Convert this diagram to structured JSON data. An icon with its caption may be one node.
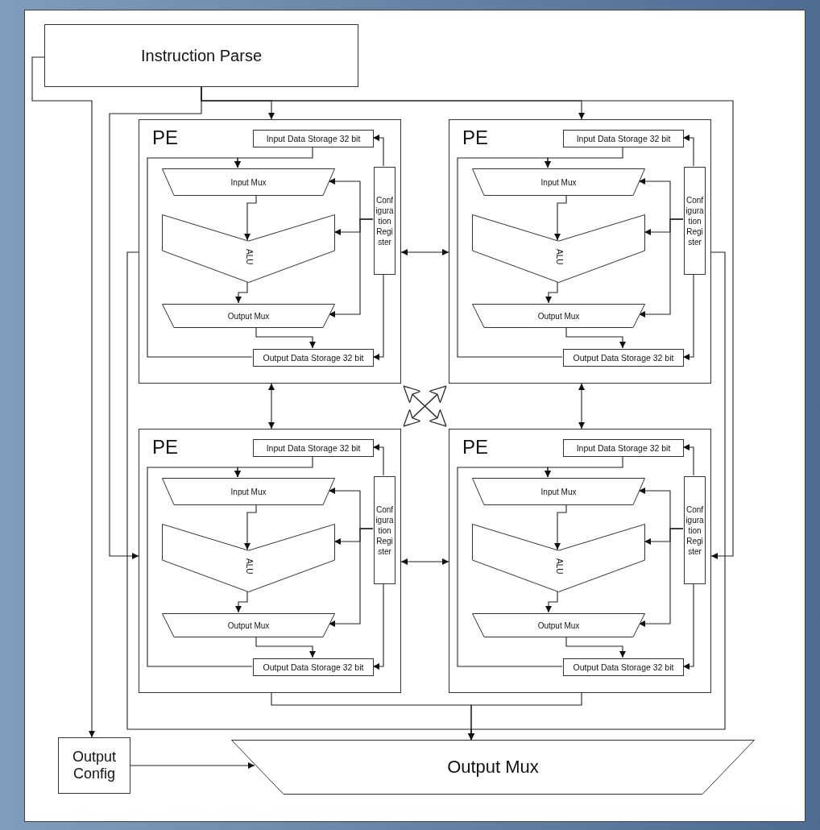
{
  "diagram": {
    "nodes": [
      {
        "text": [
          "Instruction Parse"
        ]
      },
      {
        "text": [
          "PE"
        ]
      },
      {
        "text": [
          "Input Data Storage 32 bit"
        ],
        "in": 1
      },
      {
        "text": [
          "Input Mux"
        ],
        "in": 1
      },
      {
        "text": [
          "ALU"
        ],
        "in": 1
      },
      {
        "text": [
          "Output Mux"
        ],
        "in": 1
      },
      {
        "text": [
          "Configuration Register"
        ],
        "in": 1
      },
      {
        "text": [
          "Output Data Storage 32 bit"
        ],
        "in": 1
      },
      {
        "text": [
          "PE"
        ]
      },
      {
        "text": [
          "Input Data Storage 32 bit"
        ],
        "in": 8
      },
      {
        "text": [
          "Input Mux"
        ],
        "in": 8
      },
      {
        "text": [
          "ALU"
        ],
        "in": 8
      },
      {
        "text": [
          "Output Mux"
        ],
        "in": 8
      },
      {
        "text": [
          "Configuration Register"
        ],
        "in": 8
      },
      {
        "text": [
          "Output Data Storage 32 bit"
        ],
        "in": 8
      },
      {
        "text": [
          "PE"
        ]
      },
      {
        "text": [
          "Input Data Storage 32 bit"
        ],
        "in": 15
      },
      {
        "text": [
          "Input Mux"
        ],
        "in": 15
      },
      {
        "text": [
          "ALU"
        ],
        "in": 15
      },
      {
        "text": [
          "Output Mux"
        ],
        "in": 15
      },
      {
        "text": [
          "Configuration Register"
        ],
        "in": 15
      },
      {
        "text": [
          "Output Data Storage 32 bit"
        ],
        "in": 15
      },
      {
        "text": [
          "PE"
        ]
      },
      {
        "text": [
          "Input Data Storage 32 bit"
        ],
        "in": 22
      },
      {
        "text": [
          "Input Mux"
        ],
        "in": 22
      },
      {
        "text": [
          "ALU"
        ],
        "in": 22
      },
      {
        "text": [
          "Output Mux"
        ],
        "in": 22
      },
      {
        "text": [
          "Configuration Register"
        ],
        "in": 22
      },
      {
        "text": [
          "Output Data Storage 32 bit"
        ],
        "in": 22
      },
      {
        "text": [
          "Output Config"
        ]
      },
      {
        "text": [
          "Output Mux"
        ]
      }
    ],
    "edges": [
      {
        "from": 0,
        "to": 1,
        "arrow": "to"
      },
      {
        "from": 0,
        "to": 8,
        "arrow": "to"
      },
      {
        "from": 0,
        "to": 15,
        "arrow": "to"
      },
      {
        "from": 0,
        "to": 22,
        "arrow": "to"
      },
      {
        "from": 0,
        "to": 29,
        "arrow": "to"
      },
      {
        "from": 2,
        "to": 3,
        "arrow": "to"
      },
      {
        "from": 7,
        "to": 3,
        "arrow": "to"
      },
      {
        "from": 3,
        "to": 4,
        "arrow": "to"
      },
      {
        "from": 4,
        "to": 5,
        "arrow": "to"
      },
      {
        "from": 5,
        "to": 7,
        "arrow": "to"
      },
      {
        "from": 6,
        "to": 2,
        "arrow": "to"
      },
      {
        "from": 6,
        "to": 3,
        "arrow": "to"
      },
      {
        "from": 6,
        "to": 4,
        "arrow": "to"
      },
      {
        "from": 6,
        "to": 5,
        "arrow": "to"
      },
      {
        "from": 6,
        "to": 7,
        "arrow": "to"
      },
      {
        "from": 9,
        "to": 10,
        "arrow": "to"
      },
      {
        "from": 14,
        "to": 10,
        "arrow": "to"
      },
      {
        "from": 10,
        "to": 11,
        "arrow": "to"
      },
      {
        "from": 11,
        "to": 12,
        "arrow": "to"
      },
      {
        "from": 12,
        "to": 14,
        "arrow": "to"
      },
      {
        "from": 13,
        "to": 9,
        "arrow": "to"
      },
      {
        "from": 13,
        "to": 10,
        "arrow": "to"
      },
      {
        "from": 13,
        "to": 11,
        "arrow": "to"
      },
      {
        "from": 13,
        "to": 12,
        "arrow": "to"
      },
      {
        "from": 13,
        "to": 14,
        "arrow": "to"
      },
      {
        "from": 16,
        "to": 17,
        "arrow": "to"
      },
      {
        "from": 21,
        "to": 17,
        "arrow": "to"
      },
      {
        "from": 17,
        "to": 18,
        "arrow": "to"
      },
      {
        "from": 18,
        "to": 19,
        "arrow": "to"
      },
      {
        "from": 19,
        "to": 21,
        "arrow": "to"
      },
      {
        "from": 20,
        "to": 16,
        "arrow": "to"
      },
      {
        "from": 20,
        "to": 17,
        "arrow": "to"
      },
      {
        "from": 20,
        "to": 18,
        "arrow": "to"
      },
      {
        "from": 20,
        "to": 19,
        "arrow": "to"
      },
      {
        "from": 20,
        "to": 21,
        "arrow": "to"
      },
      {
        "from": 23,
        "to": 24,
        "arrow": "to"
      },
      {
        "from": 28,
        "to": 24,
        "arrow": "to"
      },
      {
        "from": 24,
        "to": 25,
        "arrow": "to"
      },
      {
        "from": 25,
        "to": 26,
        "arrow": "to"
      },
      {
        "from": 26,
        "to": 28,
        "arrow": "to"
      },
      {
        "from": 27,
        "to": 23,
        "arrow": "to"
      },
      {
        "from": 27,
        "to": 24,
        "arrow": "to"
      },
      {
        "from": 27,
        "to": 25,
        "arrow": "to"
      },
      {
        "from": 27,
        "to": 26,
        "arrow": "to"
      },
      {
        "from": 27,
        "to": 28,
        "arrow": "to"
      },
      {
        "from": 1,
        "to": 8,
        "arrow": "both"
      },
      {
        "from": 1,
        "to": 15,
        "arrow": "both"
      },
      {
        "from": 8,
        "to": 22,
        "arrow": "both"
      },
      {
        "from": 1,
        "to": 22,
        "arrow": "both"
      },
      {
        "from": 8,
        "to": 15,
        "arrow": "both"
      },
      {
        "from": 15,
        "to": 22,
        "arrow": "both"
      },
      {
        "from": 1,
        "to": 30,
        "arrow": "to"
      },
      {
        "from": 8,
        "to": 30,
        "arrow": "to"
      },
      {
        "from": 15,
        "to": 30,
        "arrow": "to"
      },
      {
        "from": 22,
        "to": 30,
        "arrow": "to"
      },
      {
        "from": 29,
        "to": 30,
        "arrow": "to"
      }
    ]
  }
}
